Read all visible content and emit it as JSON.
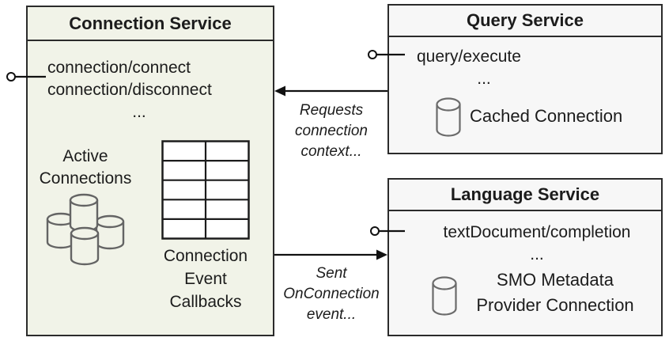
{
  "colors": {
    "connection_box_fill": "#f1f3e8",
    "service_box_fill": "#f7f7f7",
    "border": "#2b2b2b",
    "arrow": "#111111",
    "icon_gray": "#646464",
    "text": "#1c1c1c"
  },
  "connection_service": {
    "title": "Connection Service",
    "methods": [
      "connection/connect",
      "connection/disconnect"
    ],
    "ellipsis": "...",
    "active_connections": [
      "Active",
      "Connections"
    ],
    "callbacks_label": [
      "Connection",
      "Event",
      "Callbacks"
    ]
  },
  "query_service": {
    "title": "Query Service",
    "methods": [
      "query/execute"
    ],
    "ellipsis": "...",
    "cached_connection_label": "Cached Connection"
  },
  "language_service": {
    "title": "Language Service",
    "methods": [
      "textDocument/completion"
    ],
    "ellipsis": "...",
    "provider_label": [
      "SMO Metadata",
      "Provider Connection"
    ]
  },
  "arrows": {
    "requests_label": [
      "Requests",
      "connection",
      "context..."
    ],
    "sent_label": [
      "Sent",
      "OnConnection",
      "event..."
    ]
  }
}
